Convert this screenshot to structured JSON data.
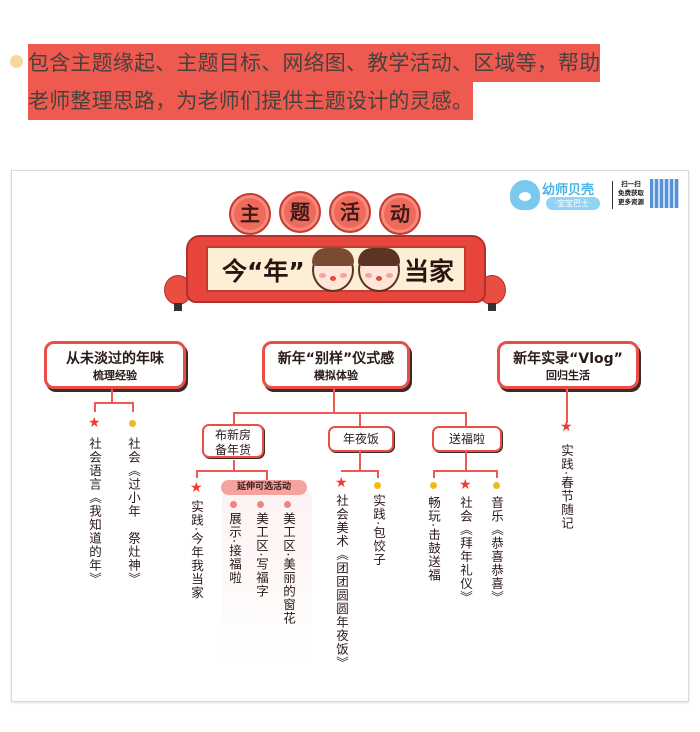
{
  "intro": {
    "line1": "包含主题缘起、主题目标、网络图、教学活动、区域等，帮助",
    "line2": "老师整理思路，为老师们提供主题设计的灵感。",
    "bullet_color": "#f7d89a"
  },
  "logo": {
    "name": "幼师贝壳",
    "sub": "·宝宝巴士·",
    "scan_line1": "扫一扫",
    "scan_line2": "免费获取",
    "scan_line3": "更多资源",
    "qr": "qr-code"
  },
  "title": {
    "circles": [
      "主",
      "题",
      "活",
      "动"
    ],
    "banner_left": "今“年”",
    "banner_right": "当家",
    "accent": "#e8453c"
  },
  "branches": [
    {
      "title": "从未淡过的年味",
      "subtitle": "梳理经验",
      "leaves": [
        {
          "marker": "star",
          "text": "社会语言《我知道的年》"
        },
        {
          "marker": "dot",
          "text": "社会《过小年　祭灶神》"
        }
      ]
    },
    {
      "title": "新年“别样”仪式感",
      "subtitle": "模拟体验",
      "groups": [
        {
          "label": "布新房备年货",
          "label_line1": "布新房",
          "label_line2": "备年货",
          "leaves": [
            {
              "marker": "star",
              "text": "实践·今年我当家"
            }
          ],
          "extension": {
            "label": "延伸可选活动",
            "leaves": [
              {
                "marker": "pink-dot",
                "text": "展示·接福啦"
              },
              {
                "marker": "pink-dot",
                "text": "美工区·写福字"
              },
              {
                "marker": "pink-dot",
                "text": "美工区·美丽的窗花"
              }
            ]
          }
        },
        {
          "label": "年夜饭",
          "leaves": [
            {
              "marker": "star",
              "text": "社会美术《团团圆圆年夜饭》"
            },
            {
              "marker": "dot",
              "text": "实践·包饺子"
            }
          ]
        },
        {
          "label": "送福啦",
          "leaves": [
            {
              "marker": "dot",
              "text": "畅玩·击鼓送福"
            },
            {
              "marker": "star",
              "text": "社会《拜年礼仪》"
            },
            {
              "marker": "dot",
              "text": "音乐《恭喜恭喜》"
            }
          ]
        }
      ]
    },
    {
      "title": "新年实录“Vlog”",
      "subtitle": "回归生活",
      "leaves": [
        {
          "marker": "star",
          "text": "实践·春节随记"
        }
      ]
    }
  ],
  "icons": {
    "star": "★"
  }
}
